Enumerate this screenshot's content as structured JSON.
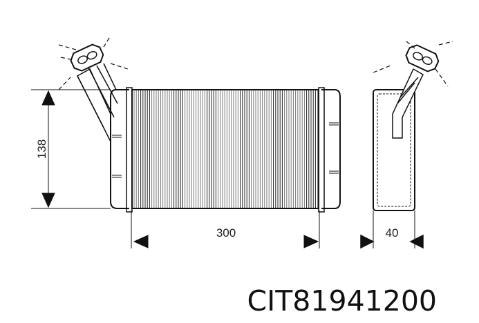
{
  "dimensions": {
    "height": "138",
    "width": "300",
    "depth": "40"
  },
  "part_number": "CIT81941200",
  "colors": {
    "line": "#111111",
    "background": "#ffffff"
  }
}
